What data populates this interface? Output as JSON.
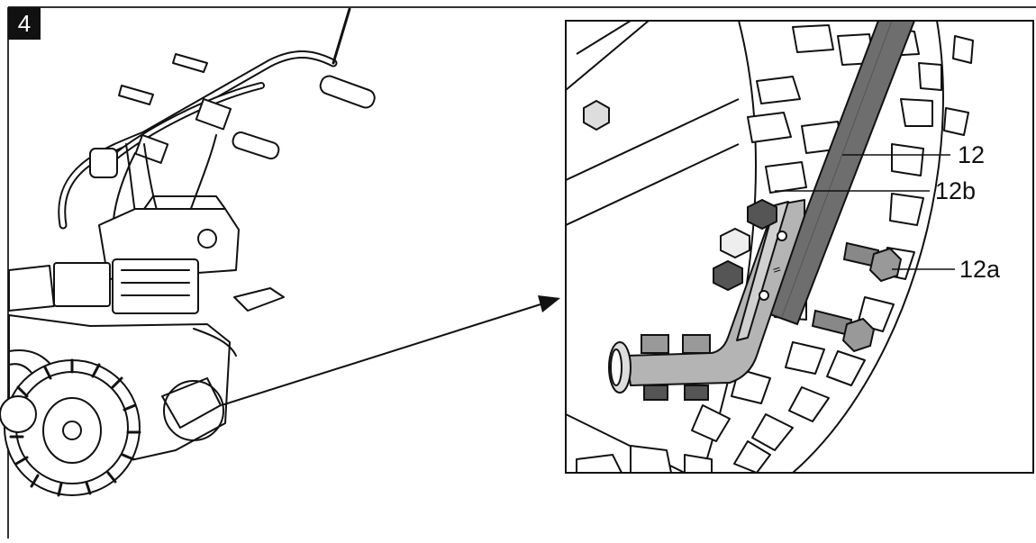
{
  "figure": {
    "number": "4",
    "callouts": {
      "part_12": "12",
      "part_12b": "12b",
      "part_12a": "12a"
    }
  },
  "colors": {
    "line": "#111111",
    "metal_fill": "#b4b4b4",
    "arm_fill": "#6e6e6e",
    "frame": "#333333"
  },
  "icons": [
    "snow-thrower-machine",
    "detail-zoom-circle",
    "pointer-arrow",
    "mounting-bracket",
    "bolt",
    "nut",
    "tire-tread"
  ]
}
